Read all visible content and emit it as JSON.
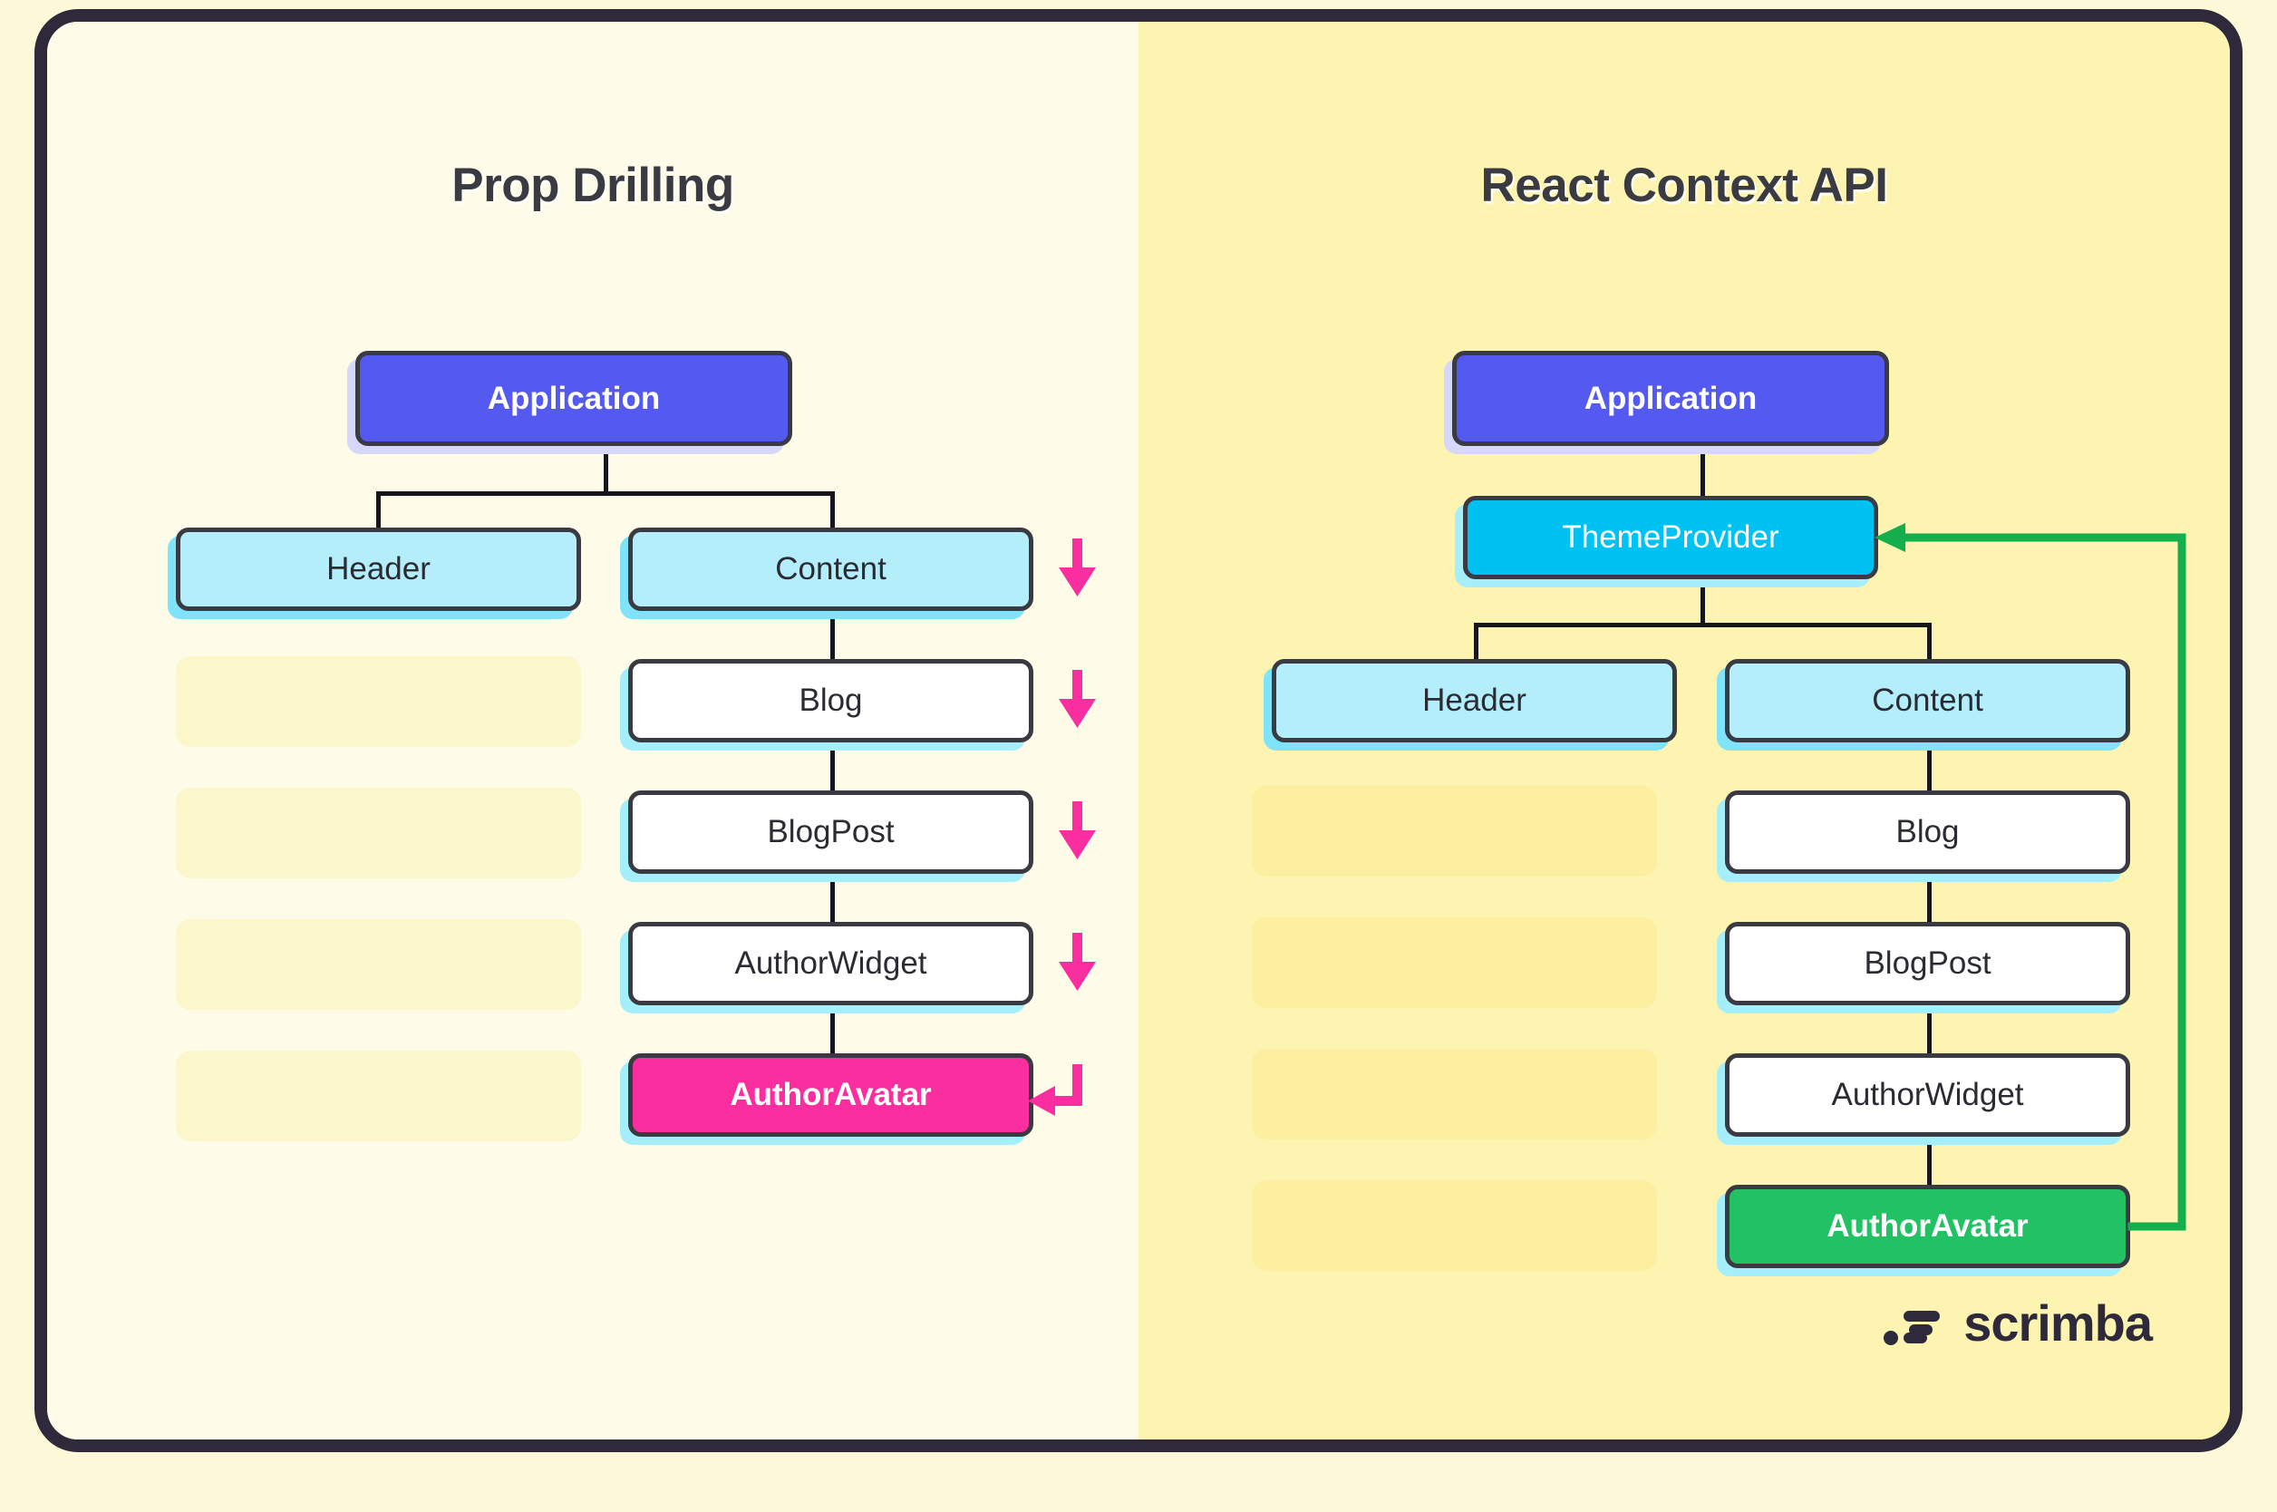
{
  "diagram": {
    "type": "comparison-tree",
    "panels": [
      {
        "id": "prop-drilling",
        "title": "Prop Drilling",
        "background": "#FEFCE8",
        "nodes": [
          {
            "id": "application",
            "label": "Application",
            "style": "blue"
          },
          {
            "id": "header",
            "label": "Header",
            "style": "cyanlight"
          },
          {
            "id": "content",
            "label": "Content",
            "style": "cyanlight"
          },
          {
            "id": "blog",
            "label": "Blog",
            "style": "white"
          },
          {
            "id": "blogpost",
            "label": "BlogPost",
            "style": "white"
          },
          {
            "id": "authorwidget",
            "label": "AuthorWidget",
            "style": "white"
          },
          {
            "id": "authoravatar",
            "label": "AuthorAvatar",
            "style": "pink"
          }
        ],
        "ghost_slots": 4,
        "arrows": {
          "color": "#FA2E9E",
          "count_down": 4,
          "elbow": 1,
          "semantic": "prop passed down through every level"
        }
      },
      {
        "id": "react-context-api",
        "title": "React Context API",
        "background": "#FDF4B2",
        "nodes": [
          {
            "id": "application",
            "label": "Application",
            "style": "blue"
          },
          {
            "id": "themeprovider",
            "label": "ThemeProvider",
            "style": "cyanbright"
          },
          {
            "id": "header",
            "label": "Header",
            "style": "cyanlight"
          },
          {
            "id": "content",
            "label": "Content",
            "style": "cyanlight"
          },
          {
            "id": "blog",
            "label": "Blog",
            "style": "white"
          },
          {
            "id": "blogpost",
            "label": "BlogPost",
            "style": "white"
          },
          {
            "id": "authorwidget",
            "label": "AuthorWidget",
            "style": "white"
          },
          {
            "id": "authoravatar",
            "label": "AuthorAvatar",
            "style": "green"
          }
        ],
        "ghost_slots": 4,
        "arrows": {
          "color": "#14AE4C",
          "semantic": "context consumed directly from provider"
        }
      }
    ]
  },
  "colors": {
    "page_background": "#FDF8D7",
    "frame_border": "#2E2A3B",
    "panel_left_bg": "#FEFCE8",
    "panel_right_bg": "#FDF4B2",
    "node_border": "#3A3A42",
    "node_blue": "#5459F0",
    "node_cyan_light": "#B5EEFB",
    "node_cyan_bright": "#00C2F2",
    "node_pink": "#FA2E9E",
    "node_green": "#22C264",
    "node_white": "#FFFFFF",
    "shadow_cyan": "#A5EEFB",
    "shadow_lavender": "#D6D7FA",
    "connector": "#16161C",
    "arrow_pink": "#FA2E9E",
    "arrow_green": "#14AE4C",
    "title_text": "#3A3A42",
    "logo": "#2E2A3B"
  },
  "brand": {
    "name": "scrimba",
    "icon": "scrimba-mark-icon"
  }
}
